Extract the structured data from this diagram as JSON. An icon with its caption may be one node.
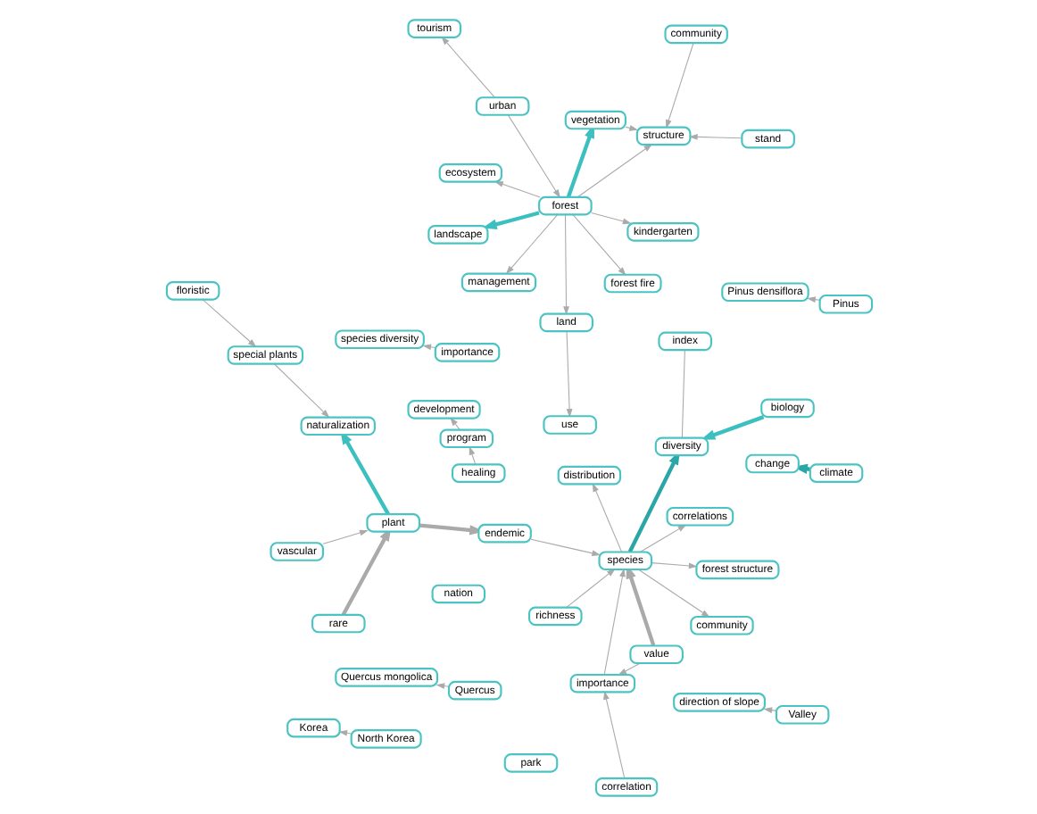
{
  "diagram": {
    "nodes": [
      {
        "text": [
          "vascular"
        ]
      },
      {
        "text": [
          "naturalization"
        ]
      },
      {
        "text": [
          "rare"
        ]
      },
      {
        "text": [
          "plant"
        ]
      },
      {
        "text": [
          "special plants"
        ]
      },
      {
        "text": [
          "floristic"
        ]
      },
      {
        "text": [
          "endemic"
        ]
      },
      {
        "text": [
          "value"
        ]
      },
      {
        "text": [
          "correlation"
        ]
      },
      {
        "text": [
          "richness"
        ]
      },
      {
        "text": [
          "importance"
        ]
      },
      {
        "text": [
          "species"
        ]
      },
      {
        "text": [
          "forest structure"
        ]
      },
      {
        "text": [
          "correlations"
        ]
      },
      {
        "text": [
          "distribution"
        ]
      },
      {
        "text": [
          "community"
        ]
      },
      {
        "text": [
          "diversity"
        ]
      },
      {
        "text": [
          "species diversity"
        ]
      },
      {
        "text": [
          "importance"
        ]
      },
      {
        "text": [
          "biology"
        ]
      },
      {
        "text": [
          "index"
        ]
      },
      {
        "text": [
          "Pinus densiflora"
        ]
      },
      {
        "text": [
          "Pinus"
        ]
      },
      {
        "text": [
          "change"
        ]
      },
      {
        "text": [
          "climate"
        ]
      },
      {
        "text": [
          "nation"
        ]
      },
      {
        "text": [
          "park"
        ]
      },
      {
        "text": [
          "Quercus mongolica"
        ]
      },
      {
        "text": [
          "Quercus"
        ]
      },
      {
        "text": [
          "development"
        ]
      },
      {
        "text": [
          "program"
        ]
      },
      {
        "text": [
          "Korea"
        ]
      },
      {
        "text": [
          "North Korea"
        ]
      },
      {
        "text": [
          "direction of slope"
        ]
      },
      {
        "text": [
          "Valley"
        ]
      },
      {
        "text": [
          "healing"
        ]
      },
      {
        "text": [
          "landscape"
        ]
      },
      {
        "text": [
          "kindergarten"
        ]
      },
      {
        "text": [
          "management"
        ]
      },
      {
        "text": [
          "ecosystem"
        ]
      },
      {
        "text": [
          "forest"
        ]
      },
      {
        "text": [
          "community"
        ]
      },
      {
        "text": [
          "vegetation"
        ]
      },
      {
        "text": [
          "structure"
        ]
      },
      {
        "text": [
          "land"
        ]
      },
      {
        "text": [
          "use"
        ]
      },
      {
        "text": [
          "forest fire"
        ]
      },
      {
        "text": [
          "urban"
        ]
      },
      {
        "text": [
          "tourism"
        ]
      },
      {
        "text": [
          "stand"
        ]
      }
    ],
    "edges": [
      {
        "from": 0,
        "to": 3,
        "arrow": "to"
      },
      {
        "from": 3,
        "to": 1,
        "arrow": "to",
        "style": "thick",
        "color": "#3cbfbf"
      },
      {
        "from": 4,
        "to": 1,
        "arrow": "to"
      },
      {
        "from": 2,
        "to": 3,
        "arrow": "to",
        "style": "thick"
      },
      {
        "from": 5,
        "to": 4,
        "arrow": "to"
      },
      {
        "from": 3,
        "to": 6,
        "arrow": "to",
        "style": "thick"
      },
      {
        "from": 6,
        "to": 11,
        "arrow": "to"
      },
      {
        "from": 7,
        "to": 11,
        "arrow": "to",
        "style": "thick"
      },
      {
        "from": 7,
        "to": 10,
        "arrow": "to"
      },
      {
        "from": 8,
        "to": 10,
        "arrow": "to"
      },
      {
        "from": 9,
        "to": 11,
        "arrow": "to"
      },
      {
        "from": 10,
        "to": 11,
        "arrow": "to"
      },
      {
        "from": 11,
        "to": 12,
        "arrow": "to"
      },
      {
        "from": 11,
        "to": 13,
        "arrow": "to"
      },
      {
        "from": 11,
        "to": 14,
        "arrow": "to"
      },
      {
        "from": 11,
        "to": 15,
        "arrow": "to"
      },
      {
        "from": 11,
        "to": 16,
        "arrow": "to",
        "style": "thick",
        "color": "#2aa6a6"
      },
      {
        "from": 19,
        "to": 16,
        "arrow": "to",
        "style": "thick",
        "color": "#3cbfbf"
      },
      {
        "from": 20,
        "to": 16,
        "arrow": "none"
      },
      {
        "from": 18,
        "to": 17,
        "arrow": "to"
      },
      {
        "from": 22,
        "to": 21,
        "arrow": "to"
      },
      {
        "from": 24,
        "to": 23,
        "arrow": "to",
        "style": "thick",
        "color": "#2aa6a6"
      },
      {
        "from": 28,
        "to": 27,
        "arrow": "to"
      },
      {
        "from": 30,
        "to": 29,
        "arrow": "to"
      },
      {
        "from": 35,
        "to": 30,
        "arrow": "to"
      },
      {
        "from": 32,
        "to": 31,
        "arrow": "to"
      },
      {
        "from": 34,
        "to": 33,
        "arrow": "to"
      },
      {
        "from": 40,
        "to": 36,
        "arrow": "to",
        "style": "thick",
        "color": "#3cbfbf"
      },
      {
        "from": 40,
        "to": 37,
        "arrow": "to"
      },
      {
        "from": 40,
        "to": 38,
        "arrow": "to"
      },
      {
        "from": 40,
        "to": 39,
        "arrow": "to"
      },
      {
        "from": 40,
        "to": 42,
        "arrow": "to",
        "style": "thick",
        "color": "#3cbfbf"
      },
      {
        "from": 40,
        "to": 43,
        "arrow": "to"
      },
      {
        "from": 42,
        "to": 43,
        "arrow": "to"
      },
      {
        "from": 41,
        "to": 43,
        "arrow": "to"
      },
      {
        "from": 49,
        "to": 43,
        "arrow": "to"
      },
      {
        "from": 40,
        "to": 44,
        "arrow": "to"
      },
      {
        "from": 44,
        "to": 45,
        "arrow": "to"
      },
      {
        "from": 40,
        "to": 46,
        "arrow": "to"
      },
      {
        "from": 47,
        "to": 40,
        "arrow": "to"
      },
      {
        "from": 47,
        "to": 48,
        "arrow": "to"
      }
    ]
  }
}
